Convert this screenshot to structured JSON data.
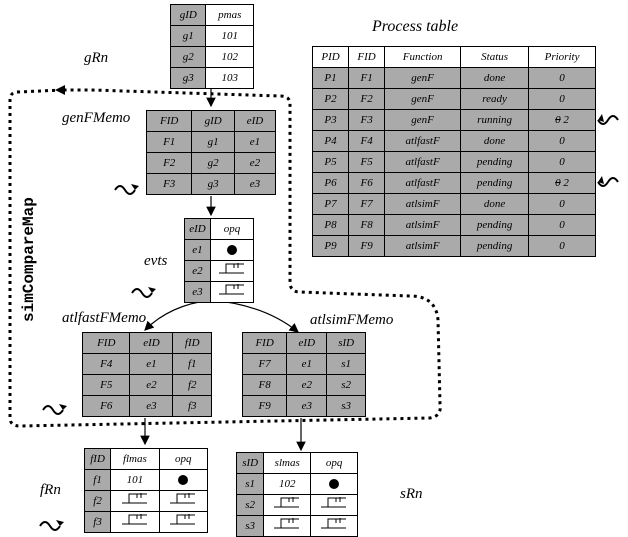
{
  "labels": {
    "process_table_title": "Process table",
    "gRn": "gRn",
    "genFMemo": "genFMemo",
    "evts": "evts",
    "atlfastFMemo": "atlfastFMemo",
    "atlsimFMemo": "atlsimFMemo",
    "fRn": "fRn",
    "sRn": "sRn",
    "simCompareMap": "simCompareMap"
  },
  "gRn_table": {
    "header": [
      "gID",
      "pmas"
    ],
    "rows": [
      [
        "g1",
        "101"
      ],
      [
        "g2",
        "102"
      ],
      [
        "g3",
        "103"
      ]
    ]
  },
  "genFMemo_table": {
    "header": [
      "FID",
      "gID",
      "eID"
    ],
    "rows": [
      [
        "F1",
        "g1",
        "e1"
      ],
      [
        "F2",
        "g2",
        "e2"
      ],
      [
        "F3",
        "g3",
        "e3"
      ]
    ]
  },
  "evts_table": {
    "header": [
      "eID",
      "opq"
    ],
    "rows": [
      [
        "e1",
        "dot"
      ],
      [
        "e2",
        "wave"
      ],
      [
        "e3",
        "wave"
      ]
    ]
  },
  "atlfastFMemo_table": {
    "header": [
      "FID",
      "eID",
      "fID"
    ],
    "rows": [
      [
        "F4",
        "e1",
        "f1"
      ],
      [
        "F5",
        "e2",
        "f2"
      ],
      [
        "F6",
        "e3",
        "f3"
      ]
    ]
  },
  "atlsimFMemo_table": {
    "header": [
      "FID",
      "eID",
      "sID"
    ],
    "rows": [
      [
        "F7",
        "e1",
        "s1"
      ],
      [
        "F8",
        "e2",
        "s2"
      ],
      [
        "F9",
        "e3",
        "s3"
      ]
    ]
  },
  "fRn_table": {
    "header": [
      "fID",
      "flmas",
      "opq"
    ],
    "rows": [
      [
        "f1",
        "101",
        "dot"
      ],
      [
        "f2",
        "wave",
        "wave"
      ],
      [
        "f3",
        "wave",
        "wave"
      ]
    ]
  },
  "sRn_table": {
    "header": [
      "sID",
      "slmas",
      "opq"
    ],
    "rows": [
      [
        "s1",
        "102",
        "dot"
      ],
      [
        "s2",
        "wave",
        "wave"
      ],
      [
        "s3",
        "wave",
        "wave"
      ]
    ]
  },
  "process_table": {
    "header": [
      "PID",
      "FID",
      "Function",
      "Status",
      "Priority"
    ],
    "rows": [
      {
        "pid": "P1",
        "fid": "F1",
        "func": "genF",
        "status": "done",
        "prio_old": "",
        "prio": "0"
      },
      {
        "pid": "P2",
        "fid": "F2",
        "func": "genF",
        "status": "ready",
        "prio_old": "",
        "prio": "0"
      },
      {
        "pid": "P3",
        "fid": "F3",
        "func": "genF",
        "status": "running",
        "prio_old": "0",
        "prio": "2"
      },
      {
        "pid": "P4",
        "fid": "F4",
        "func": "atlfastF",
        "status": "done",
        "prio_old": "",
        "prio": "0"
      },
      {
        "pid": "P5",
        "fid": "F5",
        "func": "atlfastF",
        "status": "pending",
        "prio_old": "",
        "prio": "0"
      },
      {
        "pid": "P6",
        "fid": "F6",
        "func": "atlfastF",
        "status": "pending",
        "prio_old": "0",
        "prio": "2"
      },
      {
        "pid": "P7",
        "fid": "F7",
        "func": "atlsimF",
        "status": "done",
        "prio_old": "",
        "prio": "0"
      },
      {
        "pid": "P8",
        "fid": "F8",
        "func": "atlsimF",
        "status": "pending",
        "prio_old": "",
        "prio": "0"
      },
      {
        "pid": "P9",
        "fid": "F9",
        "func": "atlsimF",
        "status": "pending",
        "prio_old": "",
        "prio": "0"
      }
    ]
  }
}
